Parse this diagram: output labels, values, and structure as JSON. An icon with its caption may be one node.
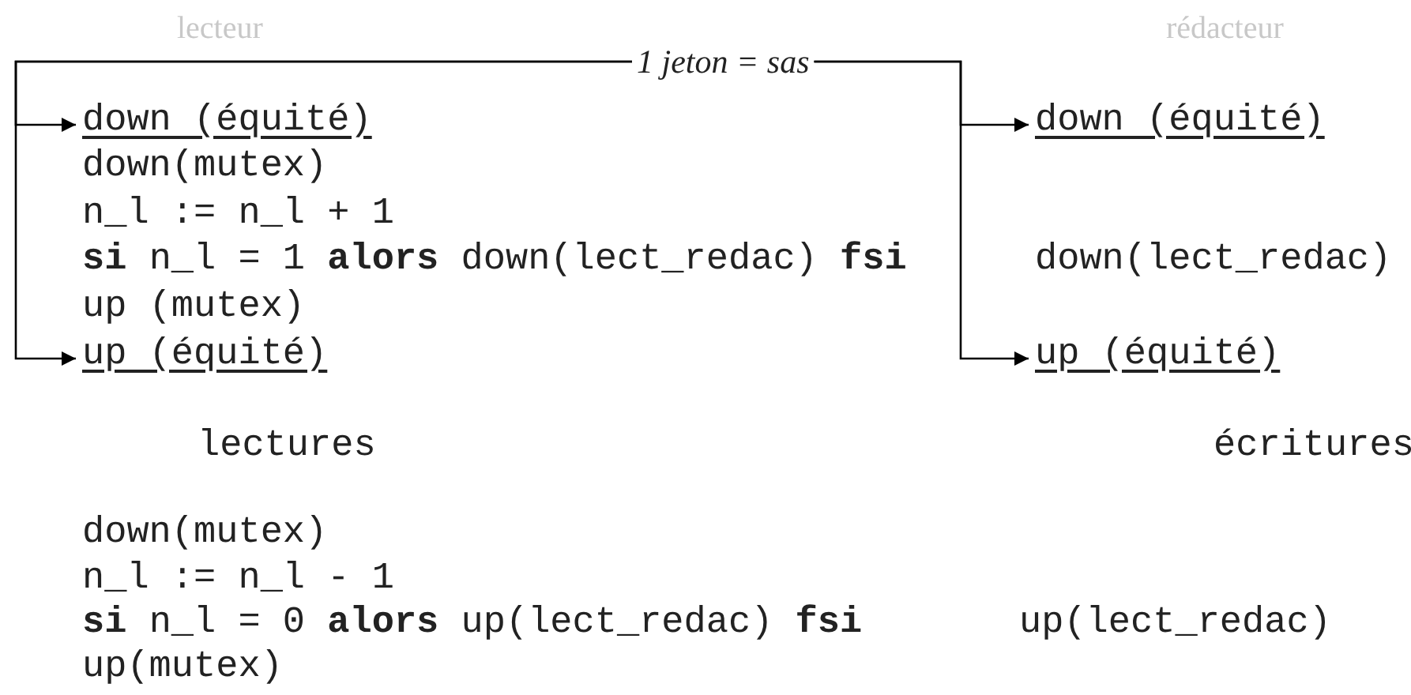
{
  "diagram": {
    "nodes": [
      {
        "text": [
          "1 jeton = sas"
        ]
      },
      {
        "text": [
          "down (équité)"
        ]
      },
      {
        "text": [
          "up (équité)"
        ]
      },
      {
        "text": [
          "down (équité)"
        ]
      },
      {
        "text": [
          "up (équité)"
        ]
      }
    ],
    "edges": [
      {
        "from": 0,
        "to": 1,
        "arrow": "to"
      },
      {
        "from": 0,
        "to": 2,
        "arrow": "to"
      },
      {
        "from": 0,
        "to": 3,
        "arrow": "to"
      },
      {
        "from": 0,
        "to": 4,
        "arrow": "to"
      }
    ],
    "labels": [
      "lecteur",
      "rédacteur",
      "down(mutex)",
      "n_l := n_l + 1",
      "**si** n_l = 1 **alors** down(lect_redac) **fsi**",
      "up (mutex)",
      "down(lect_redac)",
      "lectures",
      "écritures",
      "down(mutex)",
      "n_l := n_l - 1",
      "**si** n_l = 0 **alors** up(lect_redac) **fsi**",
      "up(lect_redac)",
      "up(mutex)"
    ]
  }
}
